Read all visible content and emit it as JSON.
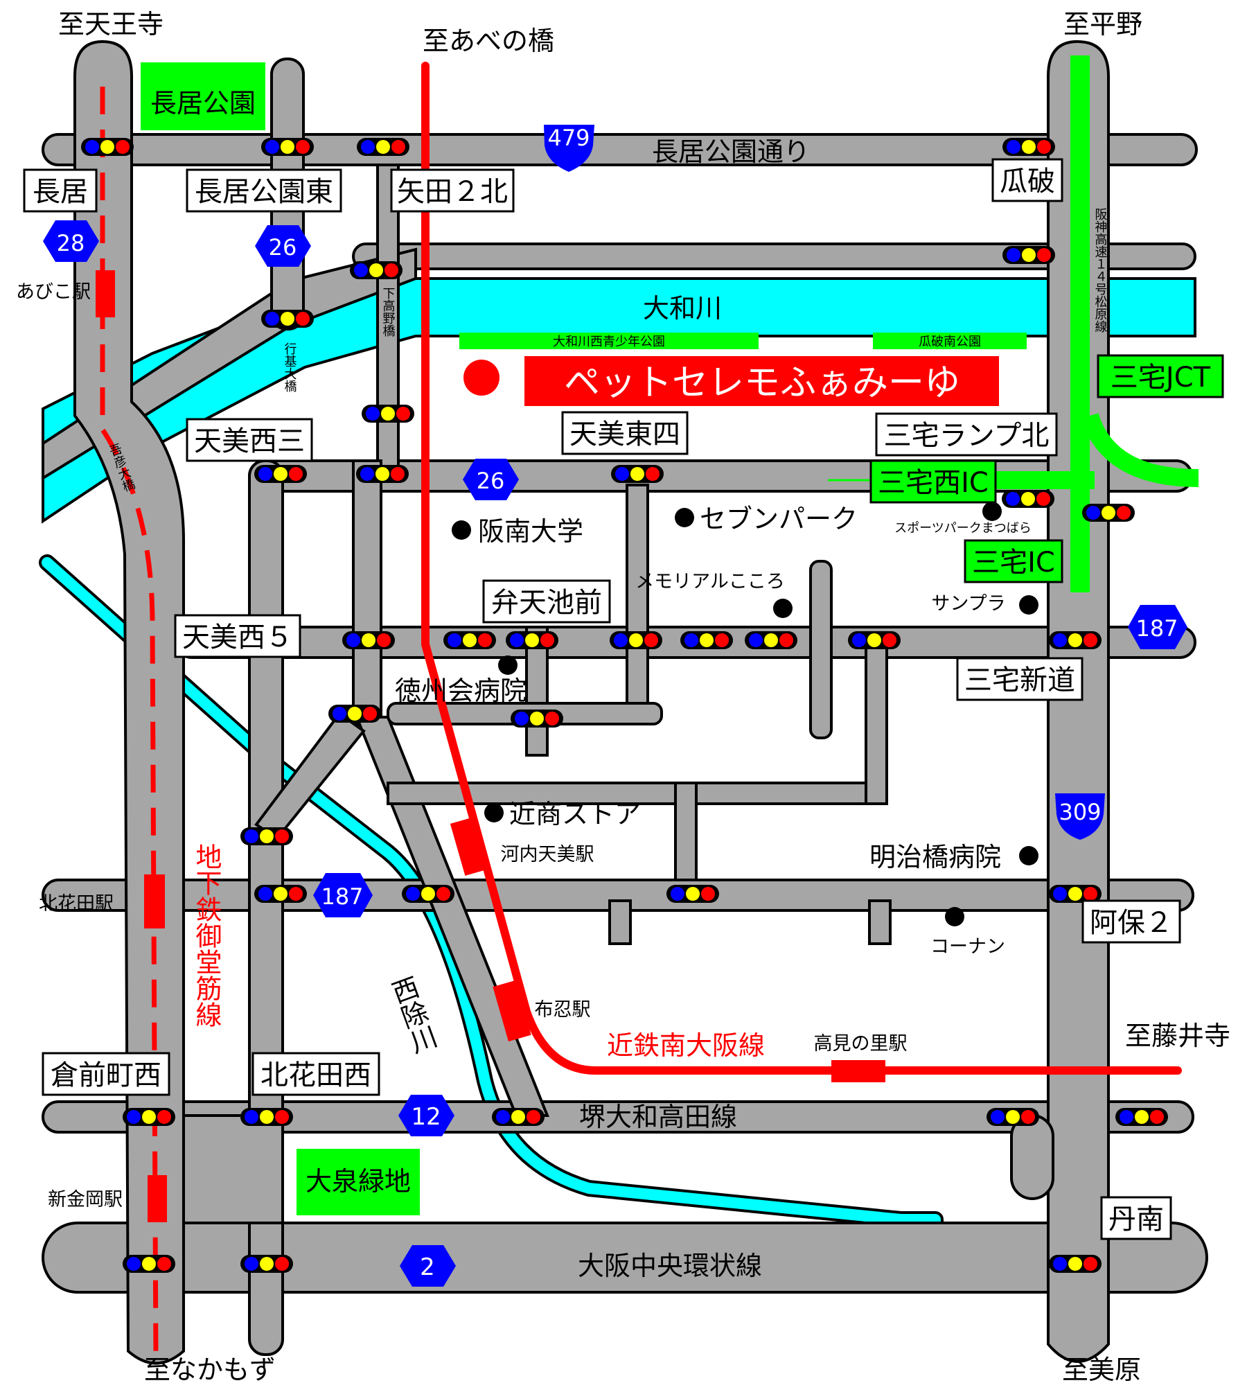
{
  "directions": {
    "tennoji": "至天王寺",
    "abenobashi": "至あべの橋",
    "hirano": "至平野",
    "nakamozu": "至なかもず",
    "fujiidera": "至藤井寺",
    "mihara": "至美原"
  },
  "destination": "ペットセレモふぁみーゆ",
  "parks": {
    "nagai": "長居公園",
    "oizumi": "大泉緑地",
    "yamatogawa_west": "大和川西青少年公園",
    "uryuwari_south": "瓜破南公園"
  },
  "roads": {
    "nagai_park_st": "長居公園通り",
    "sakai_yamato_takada": "堺大和高田線",
    "osaka_central_ring": "大阪中央環状線"
  },
  "river": "大和川",
  "nishiyoke_river": "西除川",
  "route_numbers": {
    "r479": "479",
    "r28": "28",
    "r26a": "26",
    "r26b": "26",
    "r187a": "187",
    "r187b": "187",
    "r309": "309",
    "r12": "12",
    "r2": "2"
  },
  "intersections": {
    "nagai": "長居",
    "nagai_park_east": "長居公園東",
    "yata2n": "矢田２北",
    "uryuwari": "瓜破",
    "tenmi_nishi3": "天美西三",
    "tenmi_higashi4": "天美東四",
    "miyake_ramp_n": "三宅ランプ北",
    "benten_ike": "弁天池前",
    "tenmi_nishi5": "天美西５",
    "miyake_shindo": "三宅新道",
    "abo2": "阿保２",
    "kuramae_nishi": "倉前町西",
    "kitahanada_nishi": "北花田西",
    "tannan": "丹南"
  },
  "expressway": {
    "name": "阪神高速１４号松原線",
    "miyake_jct": "三宅JCT",
    "miyake_west_ic": "三宅西IC",
    "miyake_ic": "三宅IC"
  },
  "bridges": {
    "gyoki": "行基大橋",
    "shimotakano": "下高野橋",
    "abiko": "吾彦大橋"
  },
  "stations": {
    "abiko": "あびこ駅",
    "kitahanada": "北花田駅",
    "shinkanaoka": "新金岡駅",
    "kawachi_amami": "河内天美駅",
    "nunose": "布忍駅",
    "takaminosato": "高見の里駅"
  },
  "lines": {
    "subway": "地下鉄御堂筋線",
    "kintetsu": "近鉄南大阪線"
  },
  "landmarks": {
    "hannan_univ": "阪南大学",
    "seven_park": "セブンパーク",
    "sports_park": "スポーツパークまつばら",
    "memorial": "メモリアルこころ",
    "sanpura": "サンプラ",
    "tokushukai": "徳州会病院",
    "kinsho": "近商ストア",
    "meijibashi": "明治橋病院",
    "konan": "コーナン"
  },
  "colors": {
    "road": "#a6a6a6",
    "river": "#00ffff",
    "park": "#00ff00",
    "railway": "#ff0000",
    "route_shield": "#0000ff",
    "destination_bg": "#ff0000"
  }
}
